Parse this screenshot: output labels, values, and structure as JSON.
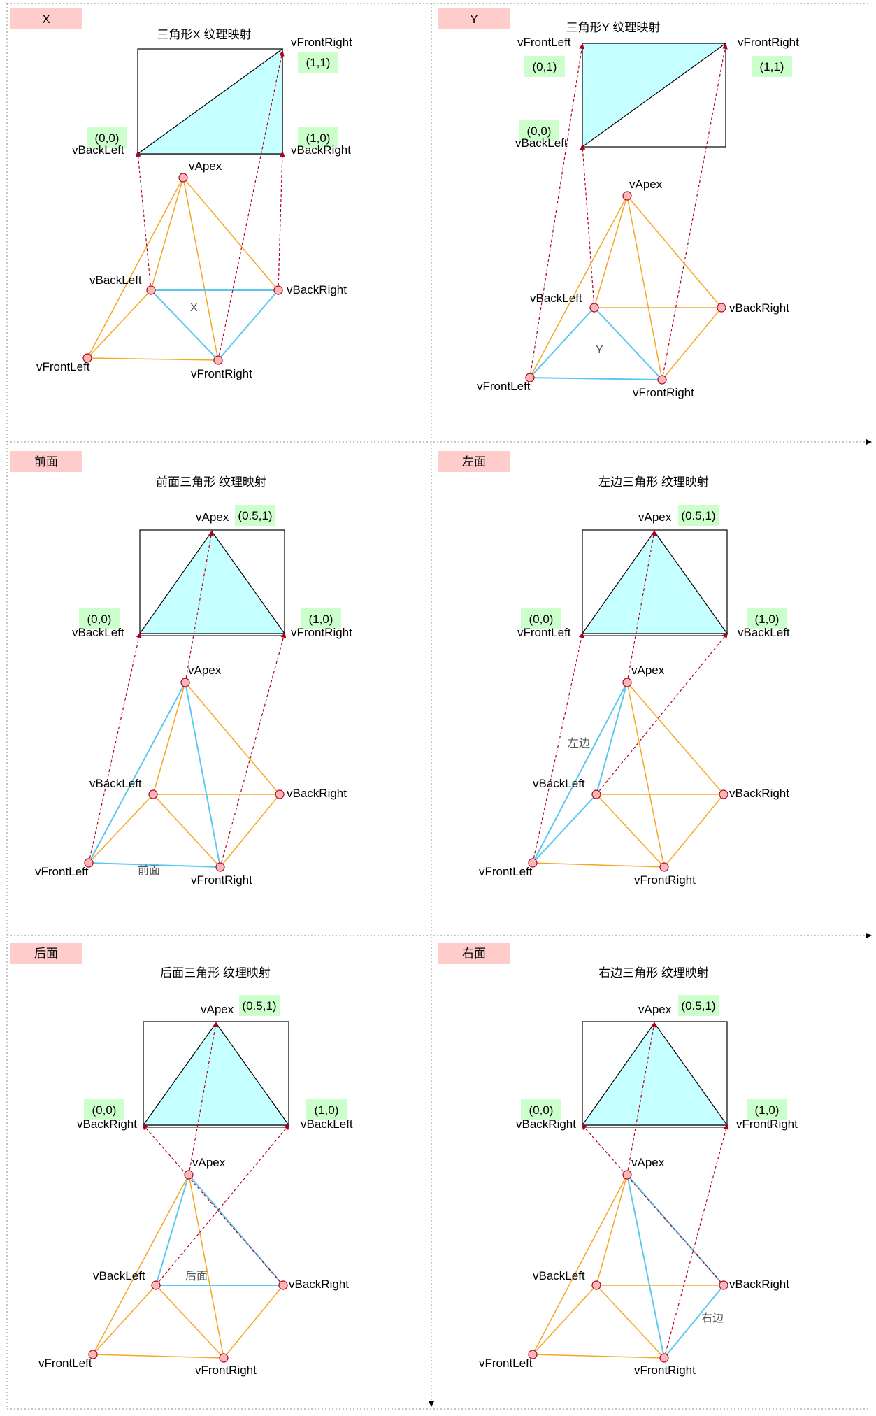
{
  "colors": {
    "tag_fill": "#ffcccc",
    "uv_fill": "#ccffcc",
    "texture_fill": "#c5ffff",
    "edge_orange": "#f5a623",
    "edge_blue": "#5bc8f0",
    "dashed_red": "#b00020",
    "node_fill": "#f8b8b8",
    "node_stroke": "#b00020",
    "divider": "#888888"
  },
  "panels": [
    {
      "id": "x",
      "tag": "X",
      "title": "三角形X 纹理映射",
      "texture_shape": "lower-right-triangle",
      "uv_labels": [
        {
          "anchor": "top-right",
          "name": "vFrontRight",
          "uv": "(1,1)"
        },
        {
          "anchor": "bottom-left",
          "name": "vBackLeft",
          "uv": "(0,0)"
        },
        {
          "anchor": "bottom-right",
          "name": "vBackRight",
          "uv": "(1,0)"
        }
      ],
      "vertices": {
        "apex": "vApex",
        "back_left": "vBackLeft",
        "back_right": "vBackRight",
        "front_left": "vFrontLeft",
        "front_right": "vFrontRight"
      },
      "face_label": "X"
    },
    {
      "id": "y",
      "tag": "Y",
      "title": "三角形Y 纹理映射",
      "texture_shape": "upper-left-triangle",
      "uv_labels": [
        {
          "anchor": "top-left",
          "name": "vFrontLeft",
          "uv": "(0,1)"
        },
        {
          "anchor": "top-right",
          "name": "vFrontRight",
          "uv": "(1,1)"
        },
        {
          "anchor": "bottom-left",
          "name": "vBackLeft",
          "uv": "(0,0)"
        }
      ],
      "vertices": {
        "apex": "vApex",
        "back_left": "vBackLeft",
        "back_right": "vBackRight",
        "front_left": "vFrontLeft",
        "front_right": "vFrontRight"
      },
      "face_label": "Y"
    },
    {
      "id": "front",
      "tag": "前面",
      "title": "前面三角形 纹理映射",
      "texture_shape": "center-triangle",
      "uv_labels": [
        {
          "anchor": "top-center",
          "name": "vApex",
          "uv": "(0.5,1)"
        },
        {
          "anchor": "bottom-left",
          "name": "vBackLeft",
          "uv": "(0,0)"
        },
        {
          "anchor": "bottom-right",
          "name": "vFrontRight",
          "uv": "(1,0)"
        }
      ],
      "vertices": {
        "apex": "vApex",
        "back_left": "vBackLeft",
        "back_right": "vBackRight",
        "front_left": "vFrontLeft",
        "front_right": "vFrontRight"
      },
      "face_label": "前面"
    },
    {
      "id": "left",
      "tag": "左面",
      "title": "左边三角形 纹理映射",
      "texture_shape": "center-triangle",
      "uv_labels": [
        {
          "anchor": "top-center",
          "name": "vApex",
          "uv": "(0.5,1)"
        },
        {
          "anchor": "bottom-left",
          "name": "vFrontLeft",
          "uv": "(0,0)"
        },
        {
          "anchor": "bottom-right",
          "name": "vBackLeft",
          "uv": "(1,0)"
        }
      ],
      "vertices": {
        "apex": "vApex",
        "back_left": "vBackLeft",
        "back_right": "vBackRight",
        "front_left": "vFrontLeft",
        "front_right": "vFrontRight"
      },
      "face_label": "左边"
    },
    {
      "id": "back",
      "tag": "后面",
      "title": "后面三角形 纹理映射",
      "texture_shape": "center-triangle",
      "uv_labels": [
        {
          "anchor": "top-center",
          "name": "vApex",
          "uv": "(0.5,1)"
        },
        {
          "anchor": "bottom-left",
          "name": "vBackRight",
          "uv": "(0,0)"
        },
        {
          "anchor": "bottom-right",
          "name": "vBackLeft",
          "uv": "(1,0)"
        }
      ],
      "vertices": {
        "apex": "vApex",
        "back_left": "vBackLeft",
        "back_right": "vBackRight",
        "front_left": "vFrontLeft",
        "front_right": "vFrontRight"
      },
      "face_label": "后面"
    },
    {
      "id": "right",
      "tag": "右面",
      "title": "右边三角形 纹理映射",
      "texture_shape": "center-triangle",
      "uv_labels": [
        {
          "anchor": "top-center",
          "name": "vApex",
          "uv": "(0.5,1)"
        },
        {
          "anchor": "bottom-left",
          "name": "vBackRight",
          "uv": "(0,0)"
        },
        {
          "anchor": "bottom-right",
          "name": "vFrontRight",
          "uv": "(1,0)"
        }
      ],
      "vertices": {
        "apex": "vApex",
        "back_left": "vBackLeft",
        "back_right": "vBackRight",
        "front_left": "vFrontLeft",
        "front_right": "vFrontRight"
      },
      "face_label": "右边"
    }
  ]
}
